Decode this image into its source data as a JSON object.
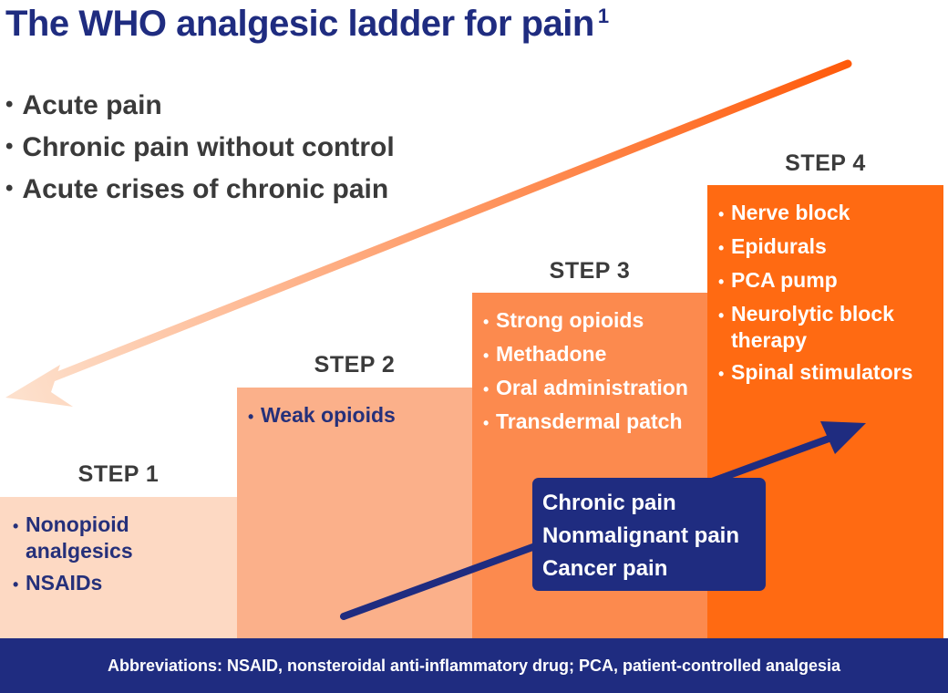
{
  "title": {
    "text": "The WHO analgesic ladder for pain",
    "superscript": "1"
  },
  "indications": [
    "Acute pain",
    "Chronic pain without control",
    "Acute crises of chronic pain"
  ],
  "steps": [
    {
      "label": "STEP 1",
      "color": "#fdd9c3",
      "item_color": "#25307a",
      "items": [
        "Nonopioid analgesics",
        "NSAIDs"
      ]
    },
    {
      "label": "STEP 2",
      "color": "#fbb08a",
      "item_color": "#25307a",
      "items": [
        "Weak opioids"
      ]
    },
    {
      "label": "STEP 3",
      "color": "#fc8a4e",
      "item_color": "#ffffff",
      "items": [
        "Strong opioids",
        "Methadone",
        "Oral administration",
        "Transdermal patch"
      ]
    },
    {
      "label": "STEP 4",
      "color": "#ff6a12",
      "item_color": "#ffffff",
      "items": [
        "Nerve block",
        "Epidurals",
        "PCA pump",
        "Neurolytic block therapy",
        "Spinal stimulators"
      ]
    }
  ],
  "callout": {
    "lines": [
      "Chronic pain",
      "Nonmalignant pain",
      "Cancer pain"
    ]
  },
  "footer": {
    "text": "Abbreviations: NSAID, nonsteroidal anti-inflammatory drug; PCA, patient-controlled analgesia"
  },
  "colors": {
    "navy": "#1f2c80",
    "descending_arrow_start": "#fde0cc",
    "descending_arrow_end": "#ff5a0a",
    "ascending_arrow": "#1f2c80"
  }
}
